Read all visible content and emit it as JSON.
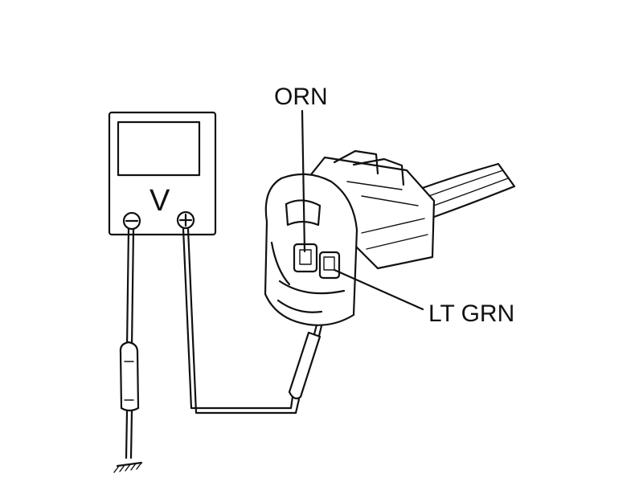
{
  "labels": {
    "orange_wire": "ORN",
    "light_green_wire": "LT GRN",
    "meter_symbol": "V"
  },
  "colors": {
    "ink": "#111111",
    "background": "#ffffff"
  }
}
